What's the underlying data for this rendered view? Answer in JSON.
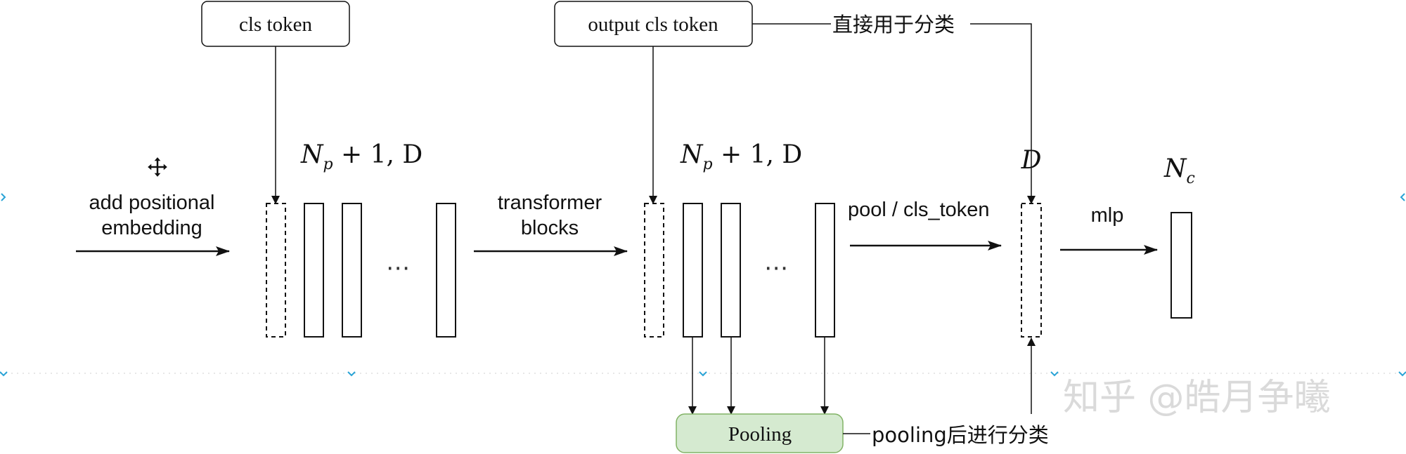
{
  "nodes": {
    "cls_token": "cls token",
    "output_cls_token": "output cls token",
    "pooling": "Pooling"
  },
  "edges": {
    "add_pos_line1": "add positional",
    "add_pos_line2": "embedding",
    "transformer_line1": "transformer",
    "transformer_line2": "blocks",
    "pool_cls": "pool / cls_token",
    "mlp": "mlp",
    "direct_classify": "直接用于分类",
    "pooling_classify": "pooling后进行分类"
  },
  "math": {
    "shape1_base": "N",
    "shape1_sub": "p",
    "shape1_rest": " + 1, D",
    "shape2_base": "N",
    "shape2_sub": "p",
    "shape2_rest": " + 1, D",
    "shape3": "D",
    "shape4_base": "N",
    "shape4_sub": "c"
  },
  "ellipsis": "⋯",
  "watermark": "知乎 @皓月争曦",
  "colors": {
    "line": "#111111",
    "pooling_fill": "#d5ead0",
    "pooling_stroke": "#82b366",
    "guide": "#29a3d6",
    "watermark": "#d4d4d4"
  }
}
